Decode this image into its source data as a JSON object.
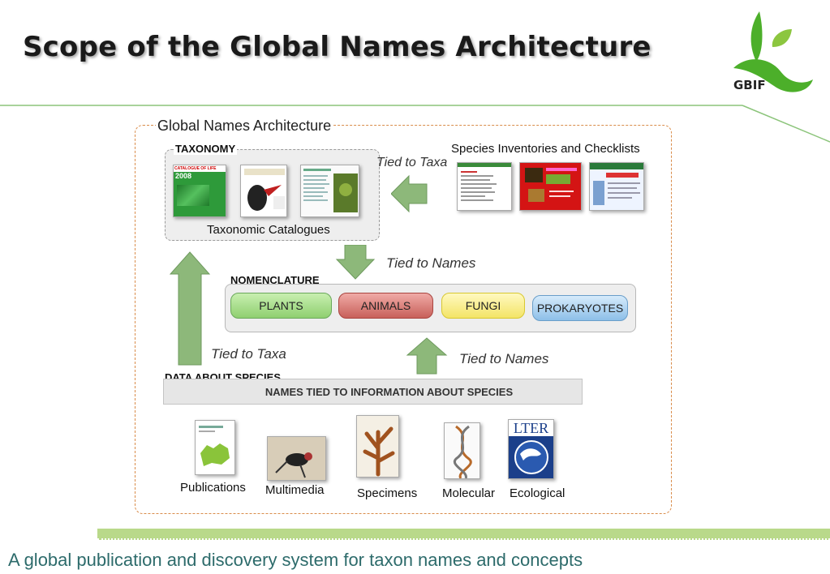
{
  "slide": {
    "title": "Scope of the Global Names Architecture",
    "footer": "A global publication and discovery system for taxon names and concepts"
  },
  "logo": {
    "text": "GBIF",
    "icon": "gbif-leaf-logo-icon",
    "color": "#4caf2a"
  },
  "diagram": {
    "frame_title": "Global Names Architecture",
    "taxonomy": {
      "label": "TAXONOMY",
      "caption": "Taxonomic Catalogues",
      "thumb_texts": [
        "CATALOGUE OF LIFE",
        "2008"
      ]
    },
    "inventories": {
      "label": "Species Inventories and Checklists"
    },
    "arrows": {
      "tied_to_taxa_top": "Tied to Taxa",
      "tied_to_names_top": "Tied to Names",
      "tied_to_taxa_left": "Tied to Taxa",
      "tied_to_names_bottom": "Tied to Names"
    },
    "nomenclature": {
      "label": "NOMENCLATURE",
      "codes": [
        "PLANTS",
        "ANIMALS",
        "FUNGI",
        "PROKARYOTES"
      ]
    },
    "data_about_species": {
      "label": "DATA ABOUT SPECIES",
      "bar_text": "NAMES TIED TO INFORMATION ABOUT SPECIES"
    },
    "sources": [
      "Publications",
      "Multimedia",
      "Specimens",
      "Molecular",
      "Ecological"
    ],
    "sources_thumb_texts": {
      "ecological": "LTER"
    }
  },
  "colors": {
    "accent_green": "#8db87a",
    "plants": "#a9dc8f",
    "animals": "#d97b76",
    "fungi": "#f7ef8a",
    "prokaryotes": "#a9cdee",
    "footer_text": "#2d6b6b"
  }
}
